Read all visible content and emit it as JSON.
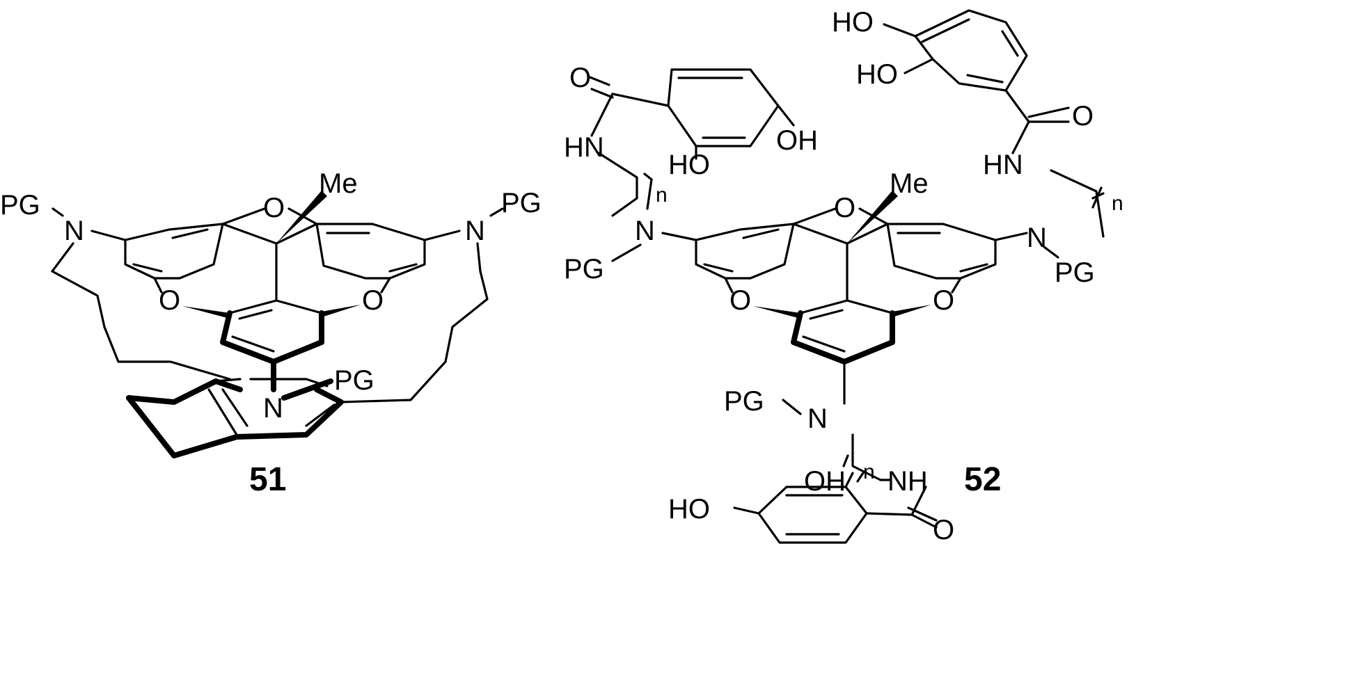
{
  "compound_51": {
    "label": "51",
    "atoms": {
      "pg_left": "PG",
      "pg_right": "PG",
      "pg_bottom": "PG",
      "n_left": "N",
      "n_right": "N",
      "n_pyridine": "N",
      "o_top": "O",
      "o_left": "O",
      "o_right": "O",
      "me": "Me"
    }
  },
  "compound_52": {
    "label": "52",
    "atoms": {
      "o_amide_left": "O",
      "hn_left": "HN",
      "ho_left_1": "HO",
      "oh_left_2": "OH",
      "n_sub_left": "n",
      "n_left": "N",
      "pg_left": "PG",
      "ho_right_1": "HO",
      "ho_right_2": "HO",
      "o_amide_right": "O",
      "hn_right": "HN",
      "n_sub_right": "n",
      "n_right": "N",
      "pg_right": "PG",
      "me": "Me",
      "o_top": "O",
      "o_left": "O",
      "o_right": "O",
      "pg_bottom": "PG",
      "n_bottom": "N",
      "n_sub_bottom": "n",
      "nh_bottom": "NH",
      "oh_bottom": "OH",
      "ho_bottom": "HO",
      "o_amide_bottom": "O"
    }
  }
}
